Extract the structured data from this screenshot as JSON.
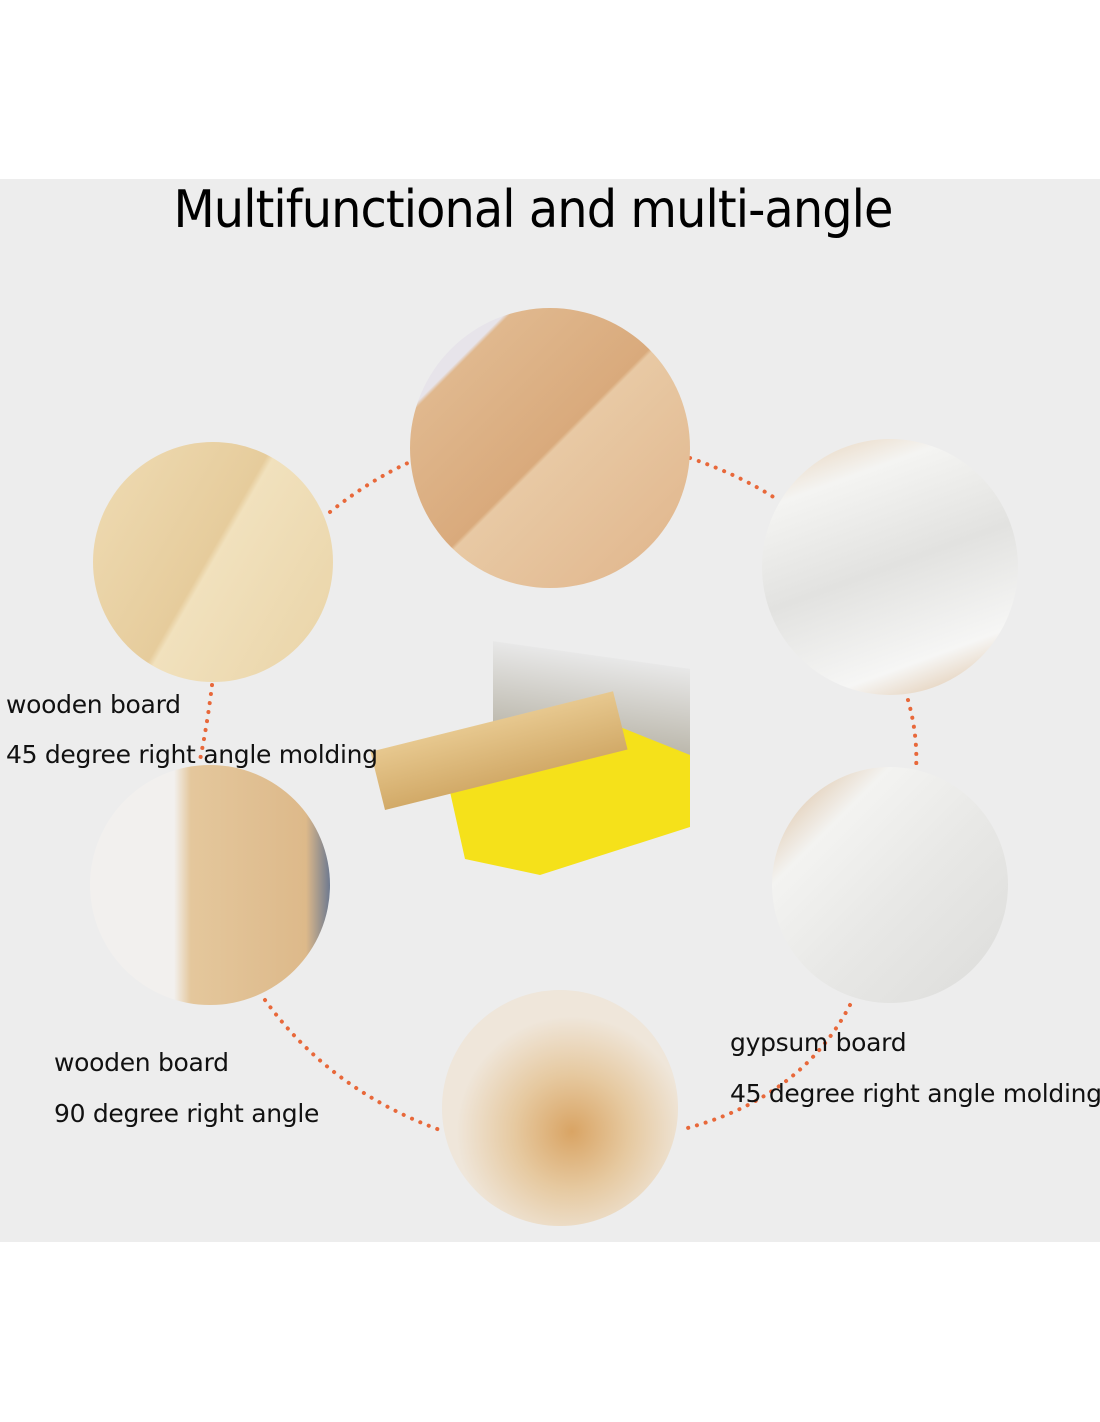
{
  "title": "Multifunctional and multi-angle",
  "labels": {
    "top_left": {
      "line1": "wooden board",
      "line2": "45 degree right angle molding"
    },
    "bottom_left": {
      "line1": "wooden board",
      "line2": "90 degree right angle"
    },
    "bottom_right": {
      "line1": "gypsum board",
      "line2": "45 degree right angle molding"
    }
  },
  "colors": {
    "panel": "#ededed",
    "dots": "#e8683a",
    "accent": "#f5e11a"
  }
}
